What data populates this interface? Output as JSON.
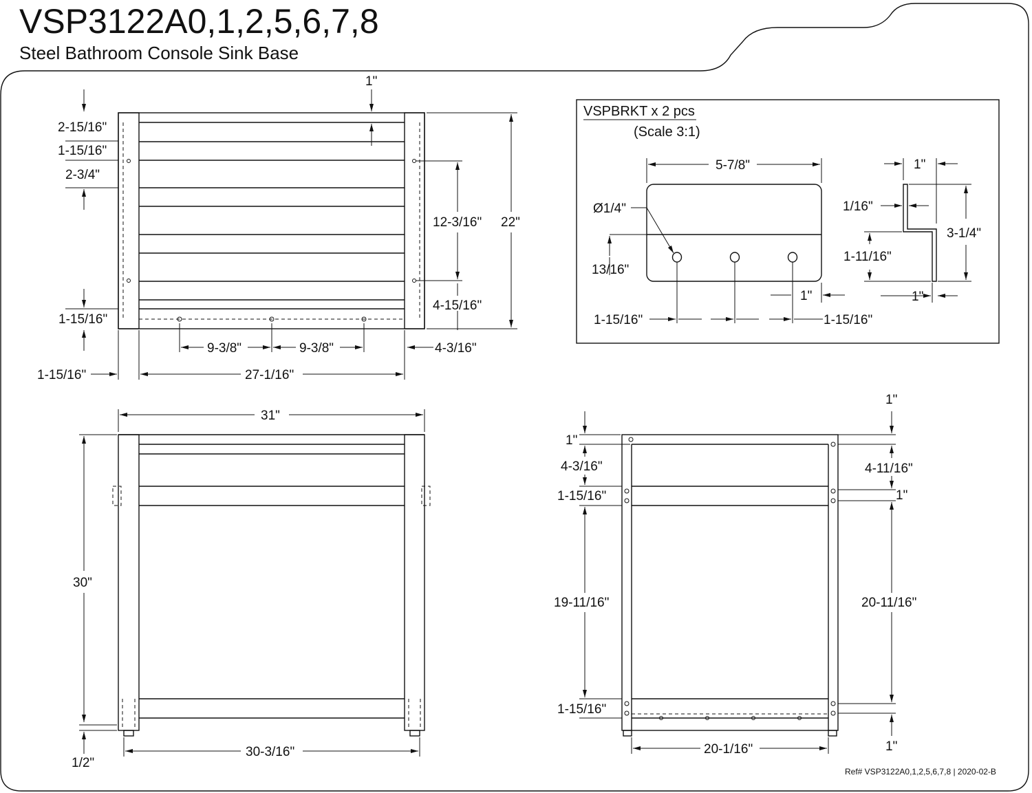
{
  "title": "VSP3122A0,1,2,5,6,7,8",
  "subtitle": "Steel Bathroom Console Sink Base",
  "reference": "Ref# VSP3122A0,1,2,5,6,7,8 | 2020-02-B",
  "top_view": {
    "dims": {
      "top_gap": "1\"",
      "slat_a": "2-15/16\"",
      "slat_b": "1-15/16\"",
      "slat_c": "2-3/4\"",
      "hole_span": "12-3/16\"",
      "depth": "22\"",
      "lower_gap": "4-15/16\"",
      "bottom_rail": "1-15/16\"",
      "hole_spacing_1": "9-3/8\"",
      "hole_spacing_2": "9-3/8\"",
      "side_offset": "4-3/16\"",
      "leg_width": "1-15/16\"",
      "inner_width": "27-1/16\""
    }
  },
  "bracket_detail": {
    "title": "VSPBRKT x 2 pcs",
    "scale": "(Scale 3:1)",
    "dims": {
      "length": "5-7/8\"",
      "hole_dia": "Ø1/4\"",
      "hole_height": "13/16\"",
      "edge_left": "1-15/16\"",
      "edge_right": "1-15/16\"",
      "end_gap": "1\"",
      "flange_top": "1\"",
      "thickness": "1/16\"",
      "total_height": "3-1/4\"",
      "offset_height": "1-11/16\"",
      "flange_bottom": "1\""
    }
  },
  "front_view": {
    "dims": {
      "overall_width": "31\"",
      "height": "30\"",
      "foot": "1/2\"",
      "inner_width": "30-3/16\""
    }
  },
  "side_view": {
    "dims": {
      "top_right": "1\"",
      "top_left": "1\"",
      "upper_left": "4-3/16\"",
      "upper_right": "4-11/16\"",
      "rail_left": "1-15/16\"",
      "rail_right": "1\"",
      "mid_left": "19-11/16\"",
      "mid_right": "20-11/16\"",
      "bottom_rail": "1-15/16\"",
      "bottom_right": "1\"",
      "depth": "20-1/16\""
    }
  }
}
